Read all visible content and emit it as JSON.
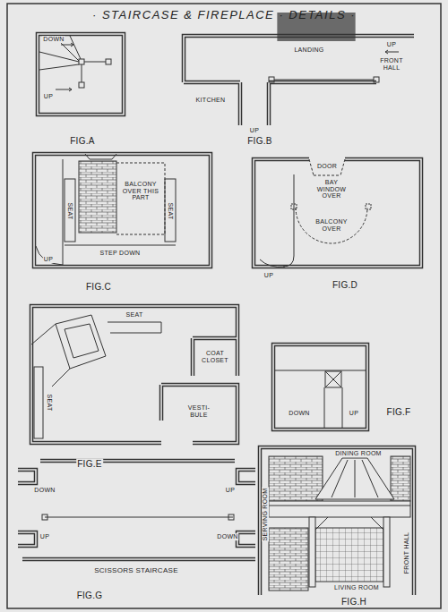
{
  "diagram": {
    "title": "· STAIRCASE & FIREPLACE · DETAILS ·",
    "labels": [
      "DOWN",
      "UP",
      "FIG.A",
      "LANDING",
      "UP",
      "FRONT HALL",
      "KITCHEN",
      "UP",
      "FIG.B",
      "BALCONY OVER THIS PART",
      "SEAT",
      "SEAT",
      "STEP DOWN",
      "UP",
      "FIG.C",
      "DOOR",
      "BAY WINDOW OVER",
      "BALCONY OVER",
      "UP",
      "FIG.D",
      "SEAT",
      "COAT CLOSET",
      "SEAT",
      "VESTI- BULE",
      "FIG.E",
      "DOWN",
      "UP",
      "FIG.F",
      "DOWN",
      "UP",
      "UP",
      "DOWN",
      "SCISSORS STAIRCASE",
      "FIG.G",
      "DINING ROOM",
      "SERVING ROOM",
      "FRONT HALL",
      "LIVING ROOM",
      "FIG.H"
    ]
  }
}
